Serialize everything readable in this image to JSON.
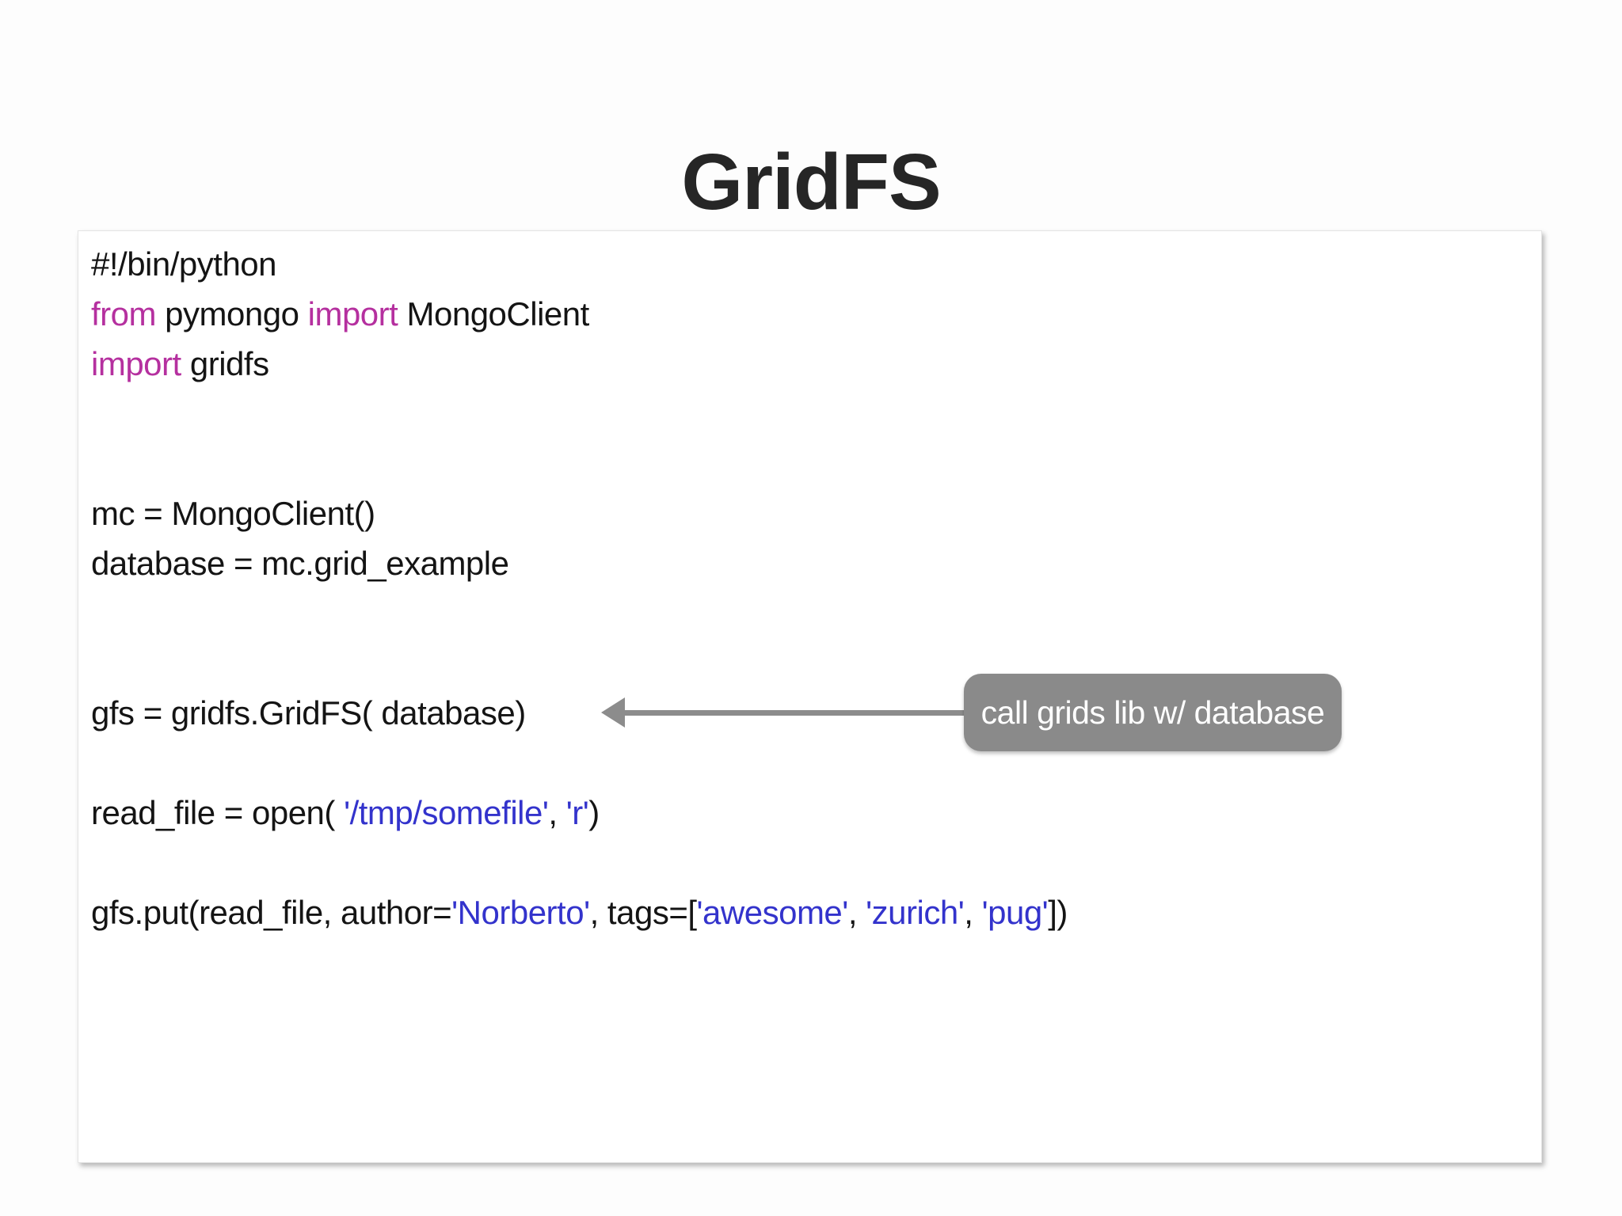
{
  "title": "GridFS",
  "annotation": {
    "label": "call grids lib w/ database",
    "icon": "arrow-left-icon",
    "box_color": "#8a8a8a",
    "text_color": "#ffffff",
    "arrow_color": "#8c8c8c"
  },
  "colors": {
    "keyword": "#b5309f",
    "string": "#3333cc",
    "code_text": "#141414",
    "title_text": "#262626"
  },
  "code": {
    "language": "python",
    "lines": [
      {
        "segments": [
          {
            "t": "#!/bin/python",
            "c": "plain"
          }
        ]
      },
      {
        "segments": [
          {
            "t": "from",
            "c": "keyword"
          },
          {
            "t": " pymongo ",
            "c": "plain"
          },
          {
            "t": "import",
            "c": "keyword"
          },
          {
            "t": " MongoClient",
            "c": "plain"
          }
        ]
      },
      {
        "segments": [
          {
            "t": "import",
            "c": "keyword"
          },
          {
            "t": " gridfs",
            "c": "plain"
          }
        ]
      },
      {
        "segments": []
      },
      {
        "segments": []
      },
      {
        "segments": [
          {
            "t": "mc = MongoClient()",
            "c": "plain"
          }
        ]
      },
      {
        "segments": [
          {
            "t": "database = mc.grid_example",
            "c": "plain"
          }
        ]
      },
      {
        "segments": []
      },
      {
        "segments": []
      },
      {
        "segments": [
          {
            "t": "gfs = gridfs.GridFS( database)",
            "c": "plain"
          }
        ]
      },
      {
        "segments": []
      },
      {
        "segments": [
          {
            "t": "read_file = open( ",
            "c": "plain"
          },
          {
            "t": "'/tmp/somefile'",
            "c": "string"
          },
          {
            "t": ", ",
            "c": "plain"
          },
          {
            "t": "'r'",
            "c": "string"
          },
          {
            "t": ")",
            "c": "plain"
          }
        ]
      },
      {
        "segments": []
      },
      {
        "segments": [
          {
            "t": "gfs.put(read_file, author=",
            "c": "plain"
          },
          {
            "t": "'Norberto'",
            "c": "string"
          },
          {
            "t": ", tags=[",
            "c": "plain"
          },
          {
            "t": "'awesome'",
            "c": "string"
          },
          {
            "t": ", ",
            "c": "plain"
          },
          {
            "t": "'zurich'",
            "c": "string"
          },
          {
            "t": ", ",
            "c": "plain"
          },
          {
            "t": "'pug'",
            "c": "string"
          },
          {
            "t": "])",
            "c": "plain"
          }
        ]
      }
    ]
  }
}
